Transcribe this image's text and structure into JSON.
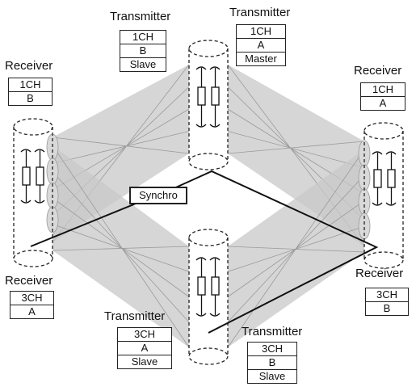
{
  "devices": {
    "tx_1ch_b": {
      "title": "Transmitter",
      "rows": [
        "1CH",
        "B",
        "Slave"
      ]
    },
    "tx_1ch_a": {
      "title": "Transmitter",
      "rows": [
        "1CH",
        "A",
        "Master"
      ]
    },
    "rx_1ch_b": {
      "title": "Receiver",
      "rows": [
        "1CH",
        "B"
      ]
    },
    "rx_1ch_a": {
      "title": "Receiver",
      "rows": [
        "1CH",
        "A"
      ]
    },
    "rx_3ch_a": {
      "title": "Receiver",
      "rows": [
        "3CH",
        "A"
      ]
    },
    "rx_3ch_b": {
      "title": "Receiver",
      "rows": [
        "3CH",
        "B"
      ]
    },
    "tx_3ch_a": {
      "title": "Transmitter",
      "rows": [
        "3CH",
        "A",
        "Slave"
      ]
    },
    "tx_3ch_b": {
      "title": "Transmitter",
      "rows": [
        "3CH",
        "B",
        "Slave"
      ]
    }
  },
  "synchro": {
    "label": "Synchro"
  },
  "colors": {
    "beam": "#c8c8c8",
    "beam_edge": "#9a9a9a",
    "line": "#111111"
  }
}
